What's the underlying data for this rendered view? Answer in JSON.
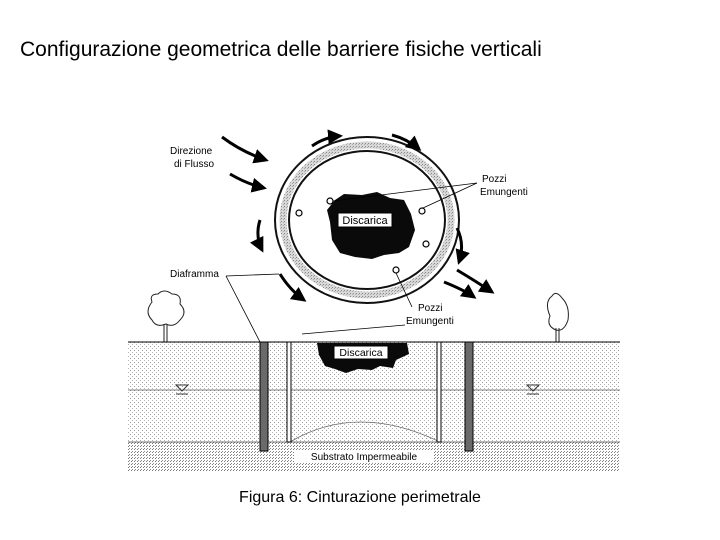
{
  "slide": {
    "title": "Configurazione geometrica delle barriere fisiche verticali",
    "caption": "Figura 6: Cinturazione perimetrale"
  },
  "diagram": {
    "plan_view": {
      "flow_label_line1": "Direzione",
      "flow_label_line2": "di Flusso",
      "landfill_label": "Discarica",
      "wells_label_line1": "Pozzi",
      "wells_label_line2": "Emungenti",
      "diaphragm_label": "Diaframma"
    },
    "section_view": {
      "wells_label_line1": "Pozzi",
      "wells_label_line2": "Emungenti",
      "landfill_label": "Discarica",
      "substrate_label": "Substrato Impermeabile"
    }
  }
}
